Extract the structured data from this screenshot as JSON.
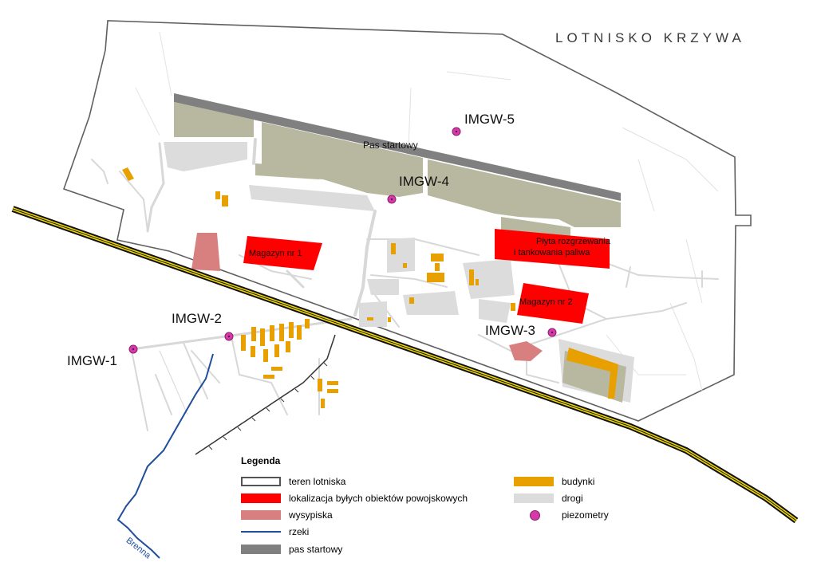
{
  "map_title": "LOTNISKO KRZYWA",
  "piezometers": [
    {
      "id": "IMGW-1",
      "label": "IMGW-1"
    },
    {
      "id": "IMGW-2",
      "label": "IMGW-2"
    },
    {
      "id": "IMGW-3",
      "label": "IMGW-3"
    },
    {
      "id": "IMGW-4",
      "label": "IMGW-4"
    },
    {
      "id": "IMGW-5",
      "label": "IMGW-5"
    }
  ],
  "areas": {
    "runway_label": "Pas startowy",
    "magazyn1": "Magazyn nr 1",
    "magazyn2": "Magazyn nr 2",
    "plyta_line1": "Płyta rozgrzewania",
    "plyta_line2": "i tankowania paliwa"
  },
  "river_label": "Brenna",
  "legend": {
    "title": "Legenda",
    "items": [
      {
        "key": "teren",
        "label": "teren lotniska",
        "color": "#ffffff",
        "border": "#555555"
      },
      {
        "key": "lokalizacja",
        "label": "lokalizacja byłych obiektów powojskowych",
        "color": "#ff0000"
      },
      {
        "key": "wysypiska",
        "label": "wysypiska",
        "color": "#d88080"
      },
      {
        "key": "rzeki",
        "label": "rzeki",
        "color": "#1f4e9c"
      },
      {
        "key": "pas",
        "label": "pas startowy",
        "color": "#808080"
      },
      {
        "key": "budynki",
        "label": "budynki",
        "color": "#e8a000"
      },
      {
        "key": "drogi",
        "label": "drogi",
        "color": "#dcdcdc"
      },
      {
        "key": "piezometry",
        "label": "piezometry",
        "color": "#d63aa8"
      }
    ]
  },
  "colors": {
    "runway": "#808080",
    "apron": "#b8b8a0",
    "road": "#dcdcdc",
    "former_military": "#ff0000",
    "landfill": "#d88080",
    "building": "#e8a000",
    "river": "#1f4e9c",
    "railway": "#f0d800",
    "piezometer": "#d63aa8"
  }
}
